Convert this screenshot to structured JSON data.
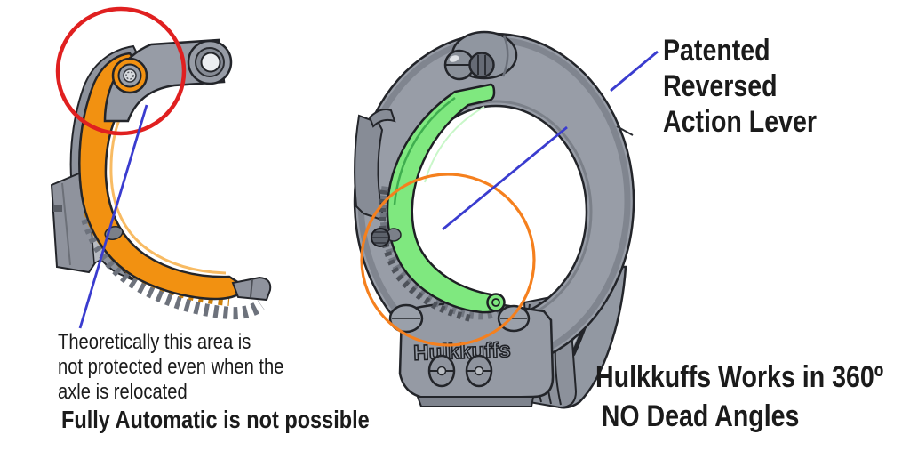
{
  "title": "Hulkkuffs reversed action lever diagram",
  "colors": {
    "highlight_orange": "#F29111",
    "highlight_green": "#7FE87F",
    "metal_gray": "#979CA6",
    "annotation_red": "#E02020",
    "annotation_orange": "#F5801E",
    "annotation_blue": "#3A3CCF",
    "text": "#1B1B1B"
  },
  "figure_left": {
    "note": {
      "line1": "Theoretically this area is",
      "line2": "not protected even when the",
      "line3": "axle is relocated"
    },
    "caption": "Fully Automatic is not possible"
  },
  "figure_right": {
    "label": {
      "line1": "Patented",
      "line2": "Reversed",
      "line3": "Action Lever"
    },
    "engraving": "Hulkkuffs",
    "caption": {
      "line1": "Hulkkuffs Works in 360º",
      "line2": "NO Dead Angles"
    }
  }
}
